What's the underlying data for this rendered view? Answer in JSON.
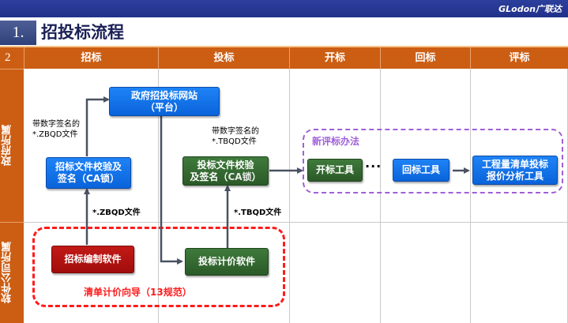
{
  "header": {
    "brand": "GLodon广联达",
    "section_number": "1.",
    "title": "招投标流程"
  },
  "table": {
    "corner": "2",
    "columns": [
      "招标",
      "投标",
      "开标",
      "回标",
      "评标"
    ],
    "rows": [
      "政府所属",
      "软件公司所属"
    ]
  },
  "nodes": {
    "gov_site": {
      "line1": "政府招投标网站",
      "line2": "（平台）"
    },
    "tender_check": {
      "line1": "招标文件校验及",
      "line2_pre": "签名（",
      "line2_ca": "CA锁",
      "line2_post": "）"
    },
    "bid_check": {
      "line1": "投标文件校验",
      "line2_pre": "及签名（",
      "line2_ca": "CA锁",
      "line2_post": "）"
    },
    "open_tool": "开标工具",
    "return_tool": "回标工具",
    "analysis_tool": {
      "line1": "工程量清单投标",
      "line2": "报价分析工具"
    },
    "tender_soft": "招标编制软件",
    "bid_soft": "投标计价软件"
  },
  "labels": {
    "sig_zbqd_1": "带数字签名的",
    "sig_zbqd_2": "*.ZBQD文件",
    "sig_tbqd_1": "带数字签名的",
    "sig_tbqd_2": "*.TBQD文件",
    "zbqd_file": "*.ZBQD文件",
    "tbqd_file": "*.TBQD文件",
    "new_method": "新评标办法",
    "wizard": "清单计价向导（13规范）",
    "dots": "···"
  },
  "colors": {
    "header_orange": "#cc5e14",
    "node_blue": "#0a63da",
    "node_green": "#2b5a28",
    "node_red": "#a00d0b",
    "group_purple": "#a05fd8",
    "group_red": "#ff1a1a"
  }
}
